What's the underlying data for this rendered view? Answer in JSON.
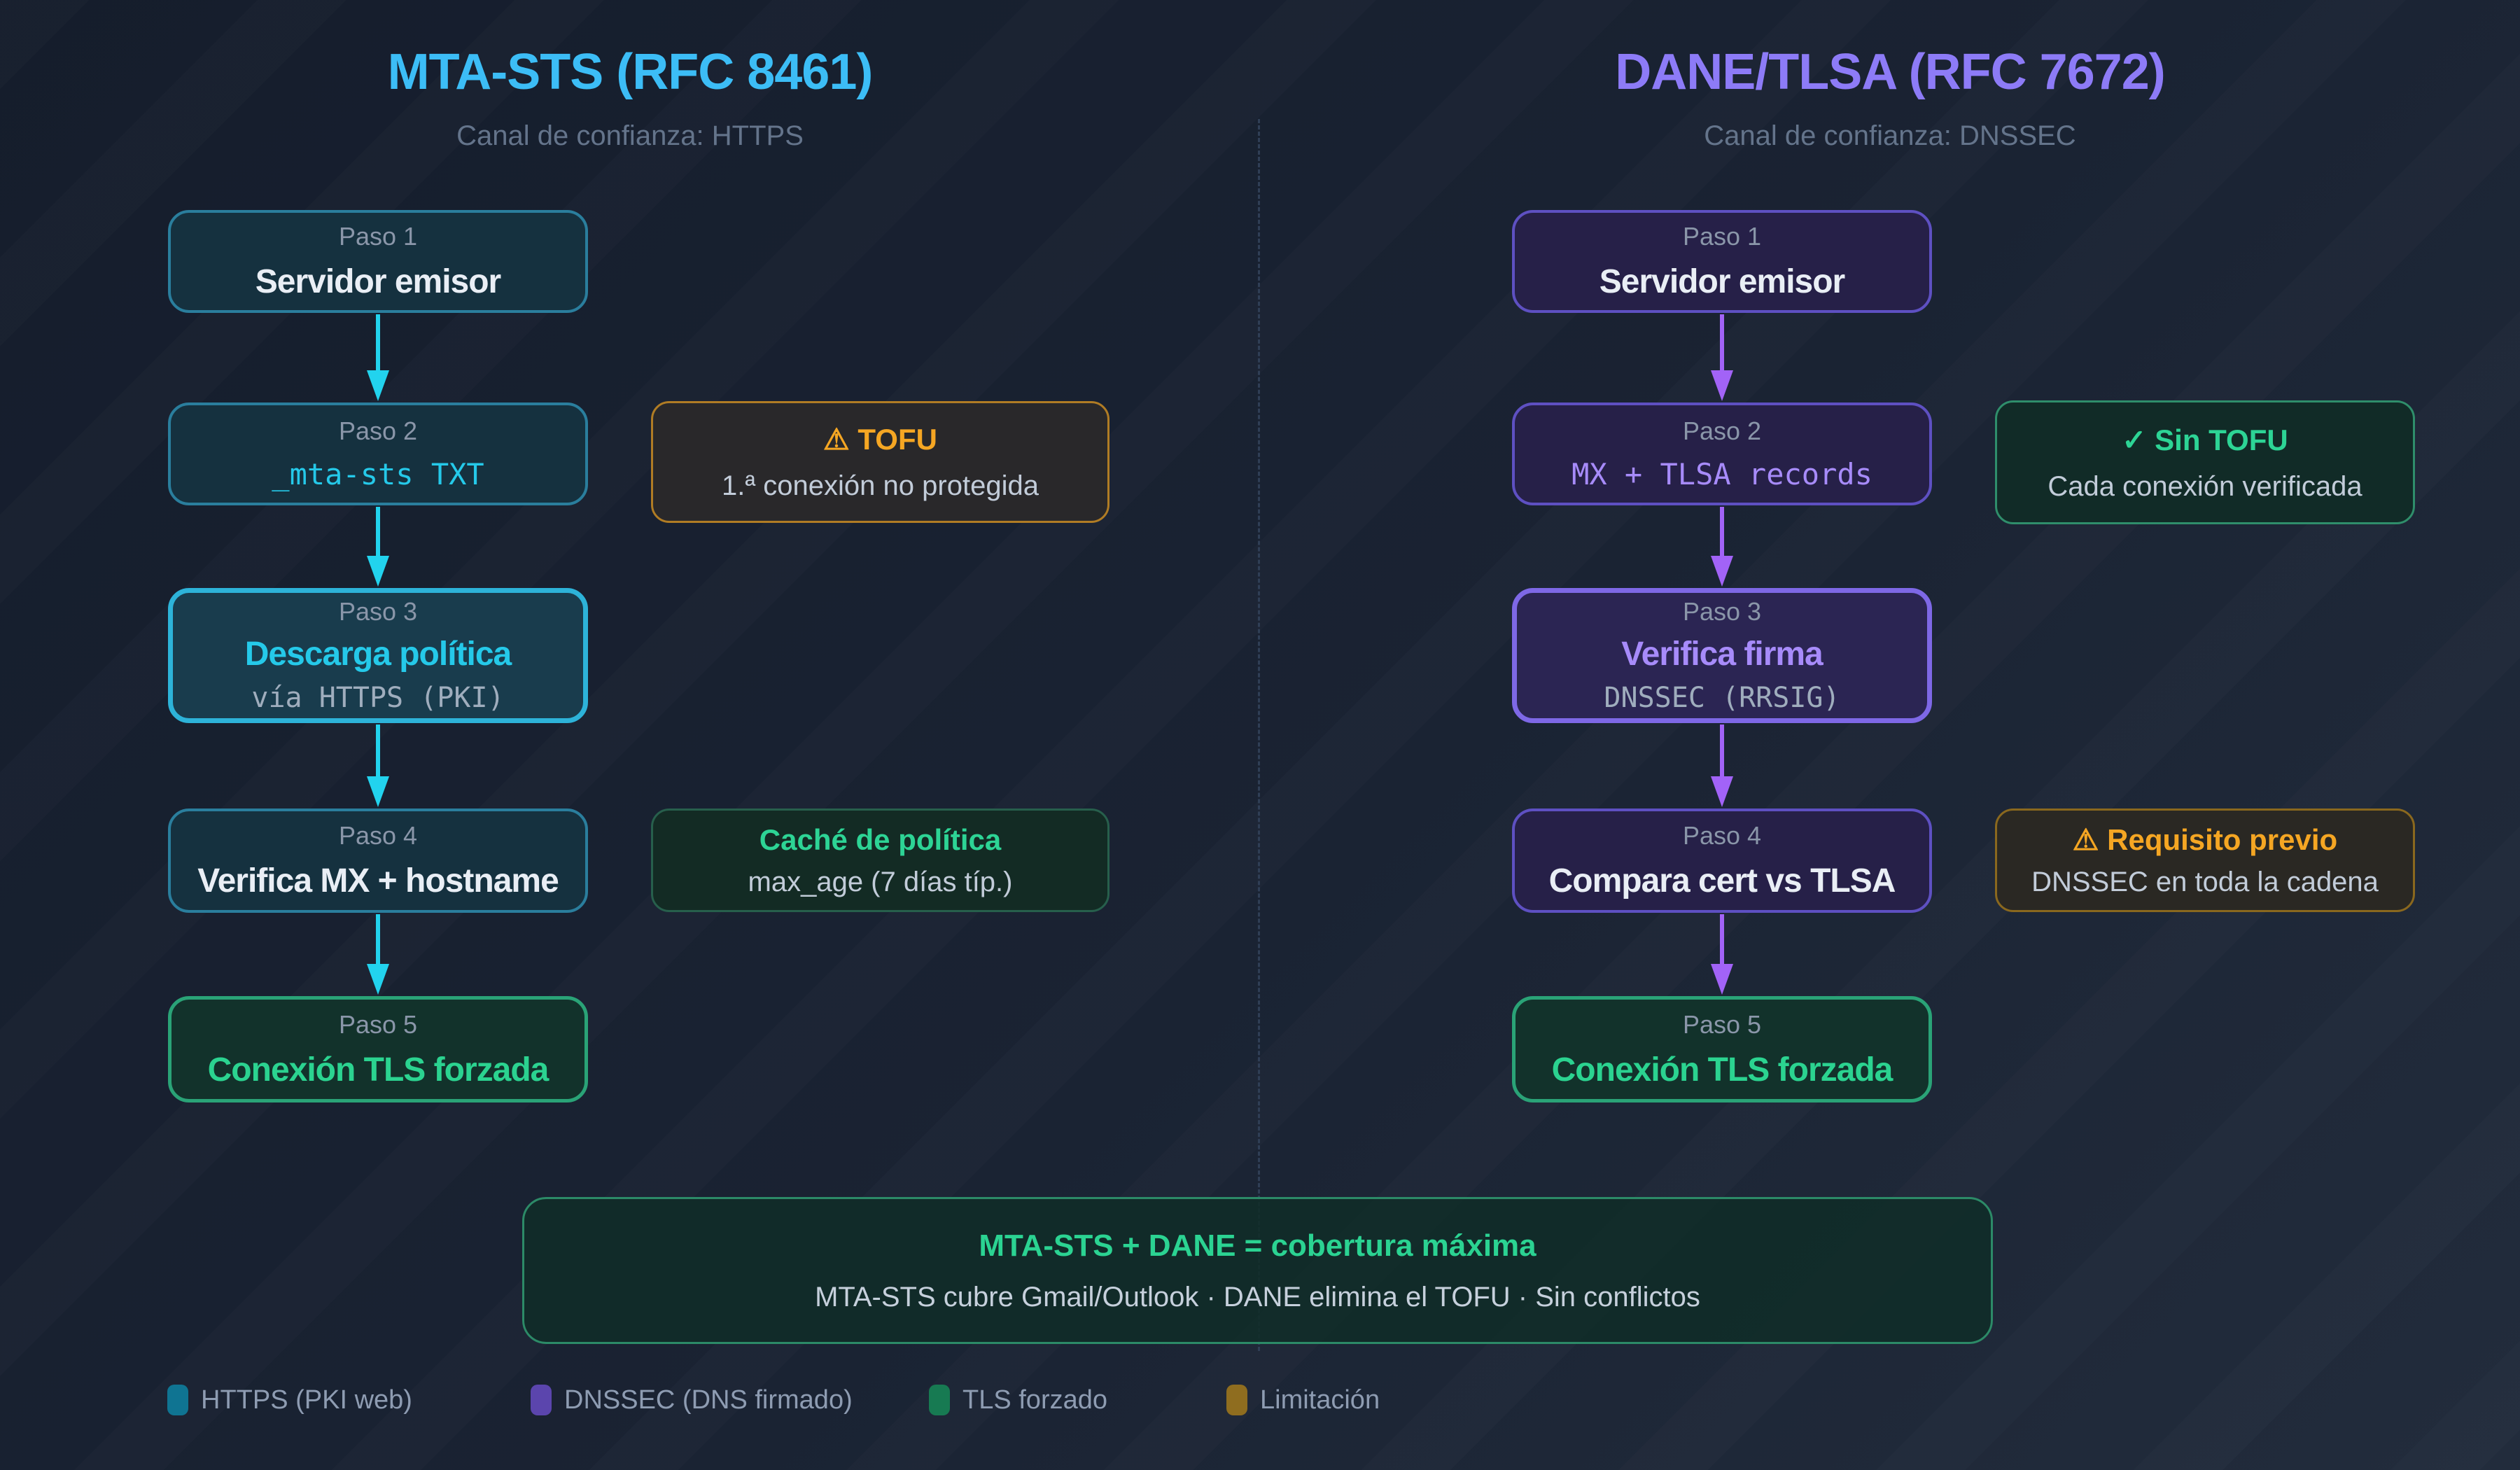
{
  "header_left": {
    "title": "MTA-STS (RFC 8461)",
    "subtitle": "Canal de confianza: HTTPS"
  },
  "header_right": {
    "title": "DANE/TLSA (RFC 7672)",
    "subtitle": "Canal de confianza: DNSSEC"
  },
  "left": {
    "steps": [
      {
        "label": "Paso 1",
        "title": "Servidor emisor"
      },
      {
        "label": "Paso 2",
        "title": "_mta-sts TXT"
      },
      {
        "label": "Paso 3",
        "title": "Descarga política",
        "detail": "vía HTTPS (PKI)"
      },
      {
        "label": "Paso 4",
        "title": "Verifica MX + hostname"
      },
      {
        "label": "Paso 5",
        "title": "Conexión TLS forzada"
      }
    ],
    "notes": [
      {
        "icon": "⚠",
        "title": "TOFU",
        "body": "1.ª conexión no protegida"
      },
      {
        "title": "Caché de política",
        "body": "max_age (7 días típ.)"
      }
    ]
  },
  "right": {
    "steps": [
      {
        "label": "Paso 1",
        "title": "Servidor emisor"
      },
      {
        "label": "Paso 2",
        "title": "MX + TLSA records"
      },
      {
        "label": "Paso 3",
        "title": "Verifica firma",
        "detail": "DNSSEC (RRSIG)"
      },
      {
        "label": "Paso 4",
        "title": "Compara cert vs TLSA"
      },
      {
        "label": "Paso 5",
        "title": "Conexión TLS forzada"
      }
    ],
    "notes": [
      {
        "icon": "✓",
        "title": "Sin TOFU",
        "body": "Cada conexión verificada"
      },
      {
        "icon": "⚠",
        "title": "Requisito previo",
        "body": "DNSSEC en toda la cadena"
      }
    ]
  },
  "summary": {
    "title": "MTA-STS + DANE = cobertura máxima",
    "body": "MTA-STS cubre Gmail/Outlook · DANE elimina el TOFU · Sin conflictos"
  },
  "legend": [
    {
      "label": "HTTPS (PKI web)",
      "color": "#0f7492"
    },
    {
      "label": "DNSSEC (DNS firmado)",
      "color": "#5b45ad"
    },
    {
      "label": "TLS forzado",
      "color": "#177a52"
    },
    {
      "label": "Limitación",
      "color": "#8f6d1f"
    }
  ],
  "colors": {
    "background": "#1a2333",
    "mta_sts_accent": "#3cbdf6",
    "dane_accent": "#8d7bf7",
    "cyan_arrow": "#22d3ee",
    "purple_arrow": "#a263f7",
    "green_accent": "#2dd495",
    "amber_accent": "#f5a623"
  }
}
